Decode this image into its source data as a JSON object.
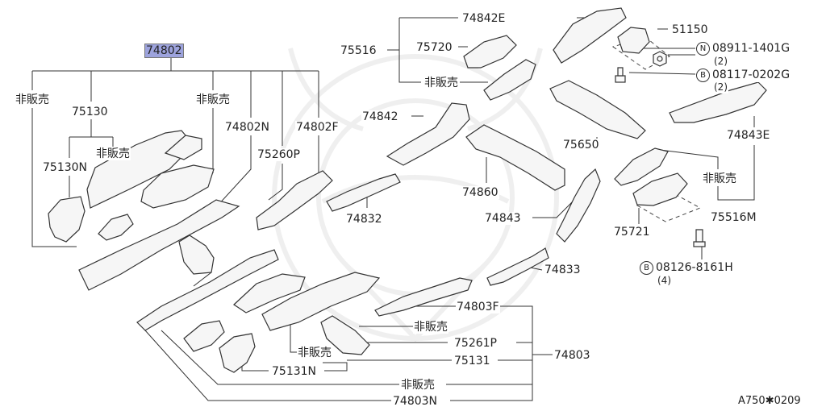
{
  "callouts": {
    "p74802": "74802",
    "p75130": "75130",
    "p75130N": "75130N",
    "p74802N": "74802N",
    "p74802F": "74802F",
    "p75260P": "75260P",
    "p74842E": "74842E",
    "p75516": "75516",
    "p75720": "75720",
    "p51150": "51150",
    "p08911_1401G": "08911-1401G",
    "p08911_qty": "(2)",
    "p08117_0202G": "08117-0202G",
    "p08117_qty": "(2)",
    "p74842": "74842",
    "p74843E": "74843E",
    "p75650": "75650",
    "p74832": "74832",
    "p74860": "74860",
    "p74843": "74843",
    "p75516M": "75516M",
    "p75721": "75721",
    "p08126_8161H": "08126-8161H",
    "p08126_qty": "(4)",
    "p74833": "74833",
    "p74803F": "74803F",
    "p75261P": "75261P",
    "p75131": "75131",
    "p74803": "74803",
    "p75131N": "75131N",
    "p74803N": "74803N"
  },
  "notes": {
    "not_for_sale": "非販売"
  },
  "symbols": {
    "N": "N",
    "B": "B"
  },
  "footer": {
    "ref": "A750✱0209"
  },
  "colors": {
    "ink": "#222222",
    "highlight": "#9da3dd",
    "watermark": "#f0f0f0"
  },
  "icons": [
    "nut-icon",
    "bolt-icon",
    "circled-n-symbol",
    "circled-b-symbol",
    "samurai-helmet-watermark"
  ]
}
